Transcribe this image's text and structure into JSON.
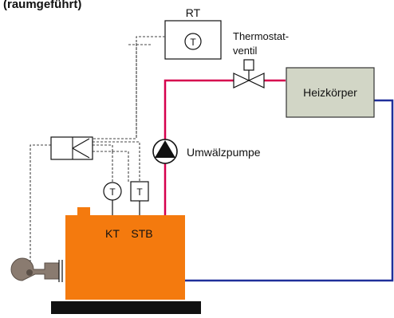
{
  "header": {
    "title": "(raumgeführt)"
  },
  "room_thermostat": {
    "label": "RT",
    "symbol": "T"
  },
  "valve": {
    "label_line1": "Thermostat-",
    "label_line2": "ventil"
  },
  "radiator": {
    "label": "Heizkörper"
  },
  "pump": {
    "label": "Umwälzpumpe"
  },
  "boiler": {
    "kt_label": "KT",
    "stb_label": "STB",
    "kt_symbol": "T",
    "stb_symbol": "T"
  },
  "colors": {
    "supply_line": "#d6004d",
    "return_line": "#1f2f9a",
    "boiler": "#f47a0e",
    "radiator": "#d2d6c6",
    "burner": "#8a7b70",
    "base": "#111111"
  },
  "icons": [
    "thermostat-icon",
    "valve-icon",
    "pump-icon",
    "controller-icon",
    "burner-icon"
  ]
}
